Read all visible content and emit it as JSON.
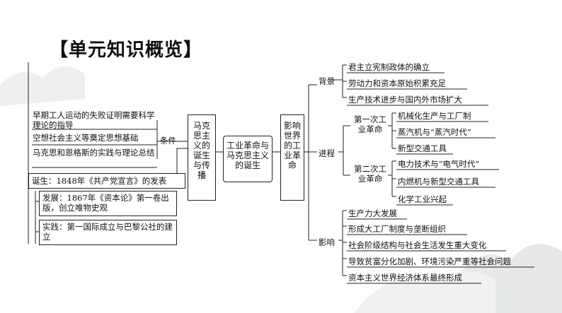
{
  "title": "【单元知识概览】",
  "left": {
    "item1": "早期工人运动的失败证明需要科学理论的指导",
    "item2": "空想社会主义等奠定思想基础",
    "item3": "马克思和恩格斯的实践与理论总结",
    "condition_label": "条件",
    "birth": "诞生：1848年《共产党宣言》的发表",
    "develop": "发展：1867年《资本论》第一卷出版，创立唯物史观",
    "practice": "实践：第一国际成立与巴黎公社的建立"
  },
  "center": {
    "marxism_box": "马克思主义的诞生与传播",
    "main_box": "工业革命与马克思主义的诞生",
    "impact_box": "影响世界的工业革命"
  },
  "right": {
    "background_label": "背景",
    "background_items": [
      "君主立宪制政体的确立",
      "劳动力和资本原始积累充足",
      "生产技术进步与国内外市场扩大"
    ],
    "process_label": "进程",
    "first_rev_label": "第一次工业革命",
    "first_rev_items": [
      "机械化生产与工厂制",
      "蒸汽机与“蒸汽时代”",
      "新型交通工具"
    ],
    "second_rev_label": "第二次工业革命",
    "second_rev_items": [
      "电力技术与“电气时代”",
      "内燃机与新型交通工具",
      "化学工业兴起"
    ],
    "impact_label": "影响",
    "impact_items": [
      "生产力大发展",
      "形成大工厂制度与垄断组织",
      "社会阶级结构与社会生活发生重大变化",
      "导致贫富分化加剧、环境污染严重等社会问题",
      "资本主义世界经济体系最终形成"
    ]
  }
}
